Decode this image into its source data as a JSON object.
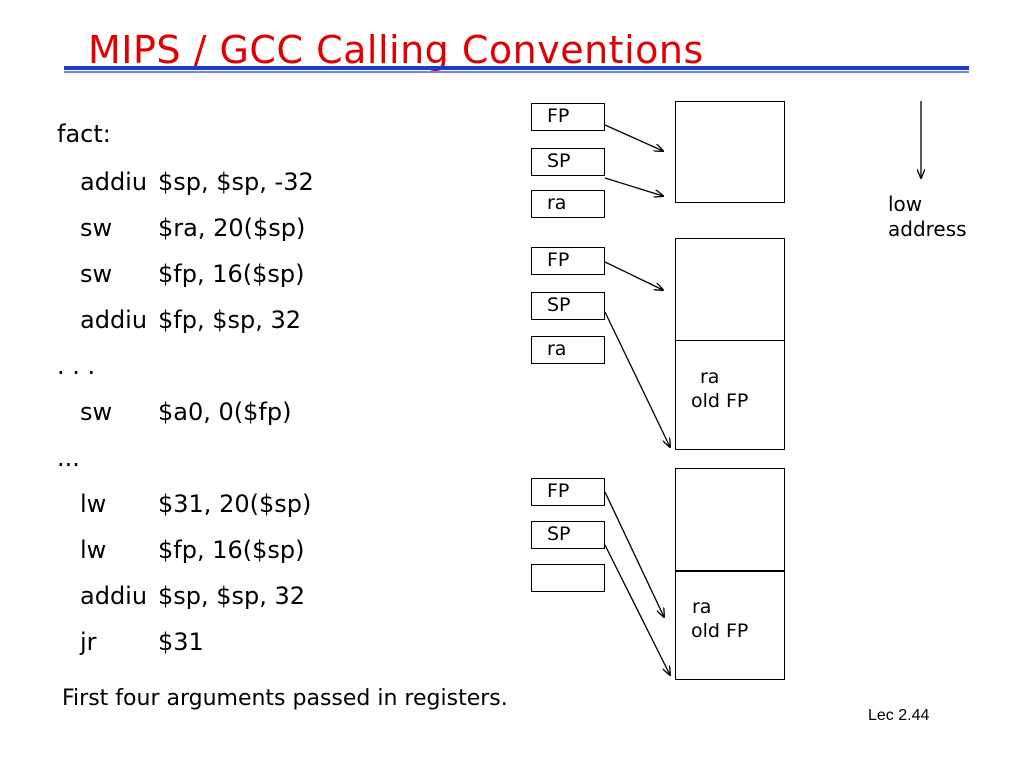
{
  "title": "MIPS / GCC Calling Conventions",
  "code": {
    "label": "fact:",
    "lines": [
      {
        "op": "addiu",
        "args": "$sp, $sp, -32"
      },
      {
        "op": "sw",
        "args": "$ra, 20($sp)"
      },
      {
        "op": "sw",
        "args": "$fp, 16($sp)"
      },
      {
        "op": "addiu",
        "args": "$fp, $sp, 32"
      },
      {
        "text": ". . ."
      },
      {
        "op": "sw",
        "args": "$a0, 0($fp)"
      },
      {
        "text": "..."
      },
      {
        "op": "lw",
        "args": "$31, 20($sp)"
      },
      {
        "op": "lw",
        "args": "$fp, 16($sp)"
      },
      {
        "op": "addiu",
        "args": "$sp, $sp, 32"
      },
      {
        "op": "jr",
        "args": "$31"
      }
    ]
  },
  "note": "First four arguments passed in registers.",
  "lecture_ref": "Lec 2.44",
  "diagram": {
    "low_address": [
      "low",
      "address"
    ],
    "stage1": {
      "registers": [
        "FP",
        "SP",
        "ra"
      ]
    },
    "stage2": {
      "registers": [
        "FP",
        "SP",
        "ra"
      ],
      "frame": [
        "ra",
        "old FP"
      ]
    },
    "stage3": {
      "registers": [
        "FP",
        "SP",
        ""
      ],
      "frame": [
        "ra",
        "old FP"
      ]
    }
  }
}
